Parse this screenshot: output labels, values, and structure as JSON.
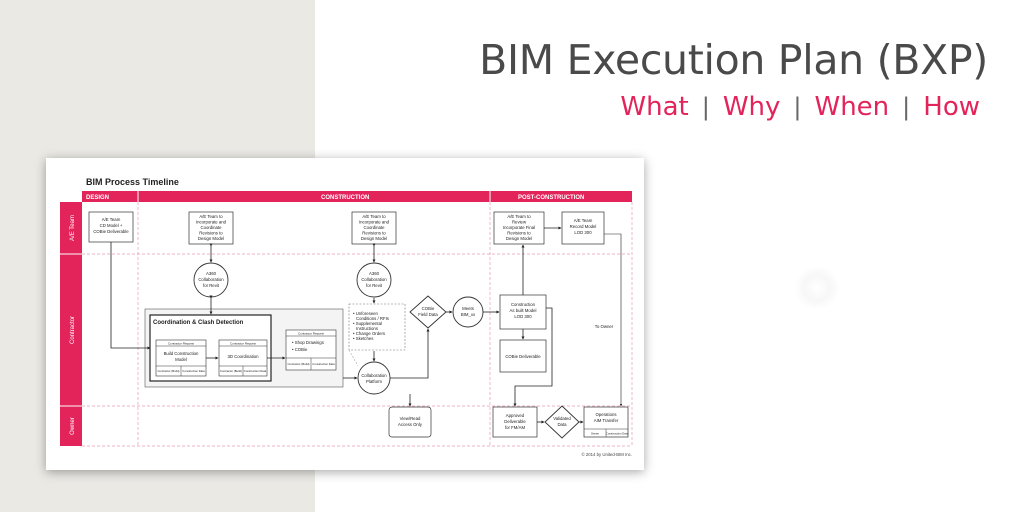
{
  "header": {
    "title": "BIM Execution Plan (BXP)",
    "nav": [
      "What",
      "Why",
      "When",
      "How"
    ]
  },
  "diagram": {
    "title": "BIM Process Timeline",
    "phases": [
      "DESIGN",
      "CONSTRUCTION",
      "POST-CONSTRUCTION"
    ],
    "lanes": [
      "A/E Team",
      "Contractor",
      "Owner"
    ],
    "nodes": {
      "ae_cd_model": [
        "A/E Team",
        "CD Model +",
        "COBie Deliverable"
      ],
      "ae_incorporate": [
        "A/E Team to",
        "Incorporate and",
        "Coordinate",
        "Revisions to",
        "Design Model"
      ],
      "ae_incorporate2": [
        "A/E Team to",
        "Incorporate and",
        "Coordinate",
        "Revisions to",
        "Design Model"
      ],
      "ae_review": [
        "A/E Team to",
        "Review",
        "Incorporate Final",
        "Revisions to",
        "Design Model"
      ],
      "ae_record": [
        "A/E Team",
        "Record Model",
        "LOD 300"
      ],
      "a360_1": [
        "A360",
        "Collaboration",
        "for Revit"
      ],
      "a360_2": [
        "A360",
        "Collaboration",
        "for Revit"
      ],
      "coord_title": "Coordination & Clash Detection",
      "build_model_hdr": "Contractor Request",
      "build_model": [
        "Build Construction",
        "Model"
      ],
      "build_model_cells": [
        "Contractor (Build)",
        "Construction Data"
      ],
      "coord3d_hdr": "Contractor Request",
      "coord3d": "3D Coordination",
      "coord3d_cells": [
        "Contractor (Build)",
        "Construction Data"
      ],
      "shop_hdr": "Contractor Request",
      "shop_items": [
        "• Shop Drawings",
        "• COBie"
      ],
      "shop_cells": [
        "Contractor (Build)",
        "Construction Data"
      ],
      "notes": [
        "• Unforeseen",
        "Conditions / RFIs",
        "• Supplemental",
        "Instructions",
        "• Change Orders",
        "• Sketches"
      ],
      "collab_platform": [
        "Collaboration",
        "Platform"
      ],
      "cobie_field": [
        "COBie",
        "Field Data"
      ],
      "meets": [
        "Meets",
        "BIM_xx"
      ],
      "asbuilt": [
        "Construction",
        "As built Model",
        "LOD 300"
      ],
      "cobie_deliv": "COBie Deliverable",
      "to_owner": "To Owner",
      "view_access": [
        "View/Read",
        "Access Only"
      ],
      "approved": [
        "Approved",
        "Deliverable",
        "for FM/AM"
      ],
      "validated": [
        "Validated",
        "Data"
      ],
      "ops_transfer": [
        "Operations",
        "AIM Transfer"
      ],
      "ops_cells": [
        "Owner",
        "Construction Data"
      ]
    },
    "copyright": "© 2014 by United-BIM Inc."
  }
}
